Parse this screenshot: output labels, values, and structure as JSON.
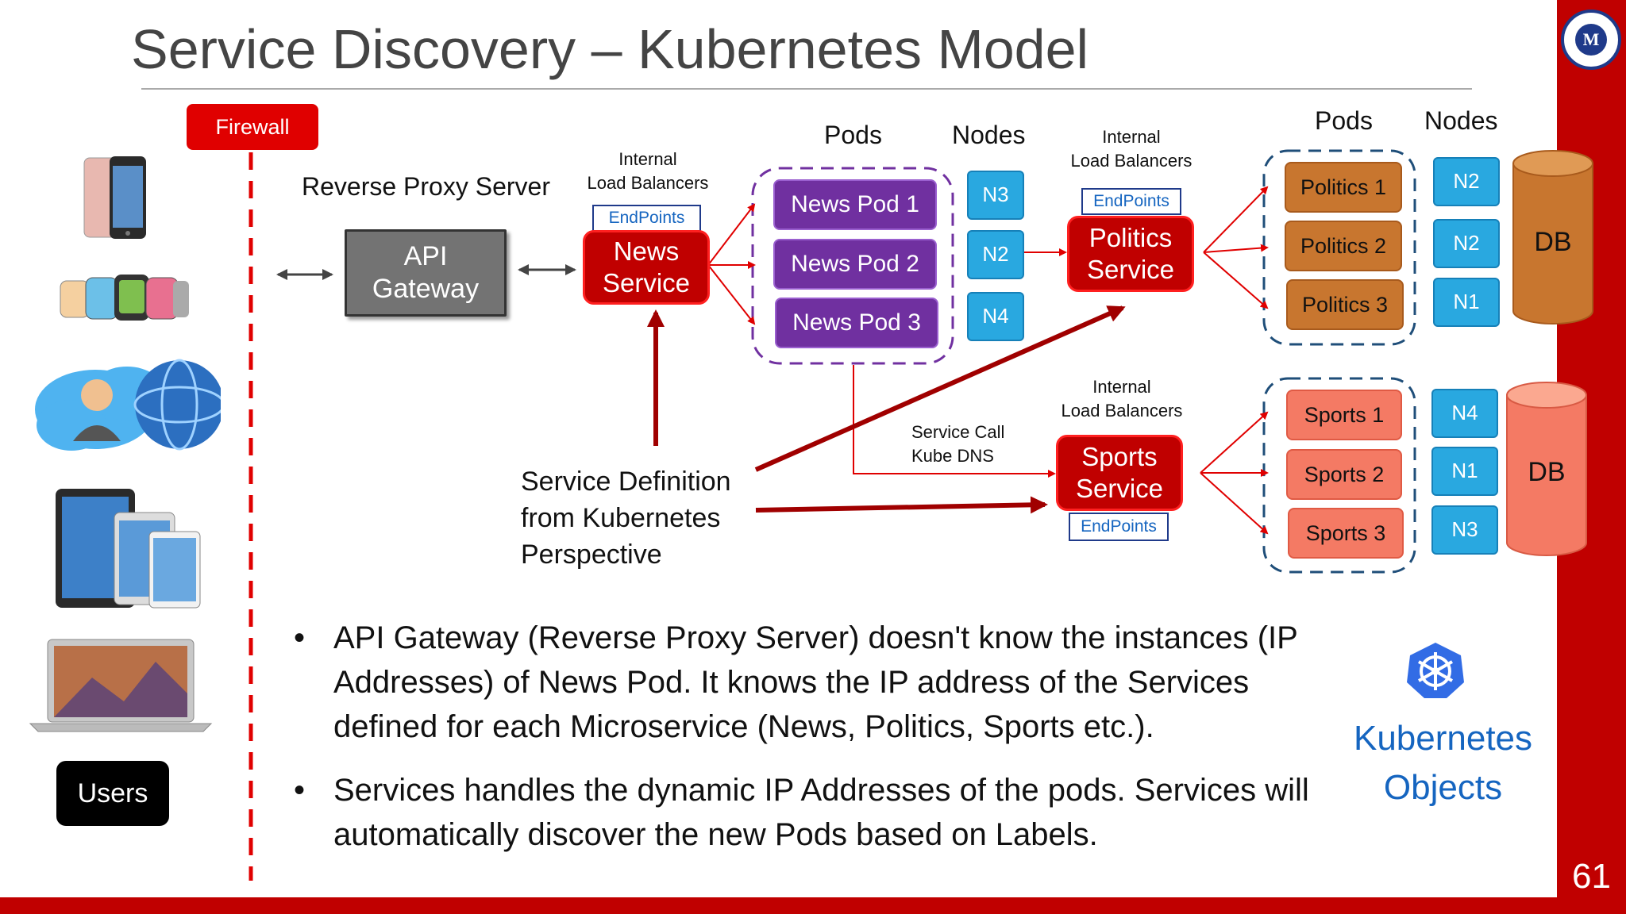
{
  "slide": {
    "title": "Service Discovery – Kubernetes Model",
    "number": "61"
  },
  "firewall": {
    "label": "Firewall"
  },
  "reverse_proxy": {
    "label": "Reverse Proxy Server"
  },
  "gateway": {
    "line1": "API",
    "line2": "Gateway"
  },
  "users": {
    "label": "Users"
  },
  "news": {
    "ilb_line1": "Internal",
    "ilb_line2": "Load Balancers",
    "endpoints": "EndPoints",
    "service_line1": "News",
    "service_line2": "Service",
    "pods_header": "Pods",
    "nodes_header": "Nodes",
    "pods": [
      "News Pod 1",
      "News Pod 2",
      "News Pod 3"
    ],
    "nodes": [
      "N3",
      "N2",
      "N4"
    ]
  },
  "politics": {
    "ilb_line1": "Internal",
    "ilb_line2": "Load Balancers",
    "endpoints": "EndPoints",
    "service_line1": "Politics",
    "service_line2": "Service",
    "pods_header": "Pods",
    "nodes_header": "Nodes",
    "pods": [
      "Politics 1",
      "Politics 2",
      "Politics 3"
    ],
    "nodes": [
      "N2",
      "N2",
      "N1"
    ],
    "db": "DB"
  },
  "sports": {
    "ilb_line1": "Internal",
    "ilb_line2": "Load Balancers",
    "endpoints": "EndPoints",
    "service_line1": "Sports",
    "service_line2": "Service",
    "pods": [
      "Sports 1",
      "Sports 2",
      "Sports 3"
    ],
    "nodes": [
      "N4",
      "N1",
      "N3"
    ],
    "db": "DB"
  },
  "service_call": {
    "line1": "Service Call",
    "line2": "Kube DNS"
  },
  "service_definition": {
    "line1": "Service Definition",
    "line2": "from Kubernetes",
    "line3": "Perspective"
  },
  "bullets": [
    "API Gateway (Reverse Proxy Server) doesn't know the instances (IP Addresses) of News Pod. It knows the IP address of the Services defined for each Microservice (News, Politics, Sports etc.).",
    "Services handles the dynamic IP Addresses of the pods. Services will automatically discover the new Pods based on Labels."
  ],
  "kubernetes_objects": {
    "line1": "Kubernetes",
    "line2": "Objects"
  },
  "icons": {
    "seal": "university-seal-icon",
    "k8s": "kubernetes-helm-icon",
    "devices": [
      "smartphone-icon",
      "smartwatch-icon",
      "user-cloud-globe-icon",
      "tablet-icon",
      "laptop-icon"
    ]
  },
  "colors": {
    "accent_red": "#c00000",
    "firewall_red": "#e00000",
    "pod_purple": "#7030a0",
    "politics_orange": "#c8762f",
    "sports_salmon": "#f47a64",
    "node_blue": "#29a8e0",
    "kubernetes_blue": "#1565c0"
  }
}
